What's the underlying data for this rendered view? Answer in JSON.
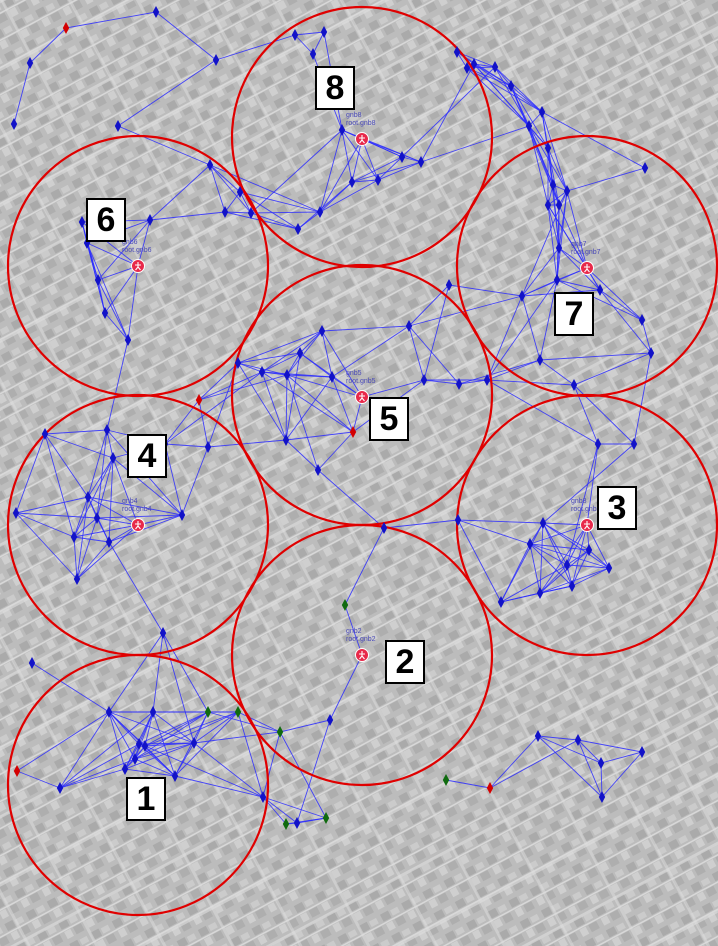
{
  "colors": {
    "background_photo": "#9a9a9a",
    "link": "#2c2cff",
    "node_regular": "#1212c8",
    "node_red": "#d40000",
    "node_green": "#0f6a0f",
    "coverage_circle": "#e00000",
    "base_station": "#e8294a"
  },
  "cells": [
    {
      "id": "1",
      "label": "1",
      "gnb": "",
      "gnb_sub": ""
    },
    {
      "id": "2",
      "label": "2",
      "gnb": "gnb2",
      "gnb_sub": "root.gnb2"
    },
    {
      "id": "3",
      "label": "3",
      "gnb": "gnb3",
      "gnb_sub": "root.gnb3"
    },
    {
      "id": "4",
      "label": "4",
      "gnb": "gnb4",
      "gnb_sub": "root.gnb4"
    },
    {
      "id": "5",
      "label": "5",
      "gnb": "gnb5",
      "gnb_sub": "root.gnb5"
    },
    {
      "id": "6",
      "label": "6",
      "gnb": "gnb6",
      "gnb_sub": "root.gnb6"
    },
    {
      "id": "7",
      "label": "7",
      "gnb": "gnb7",
      "gnb_sub": "root.gnb7"
    },
    {
      "id": "8",
      "label": "8",
      "gnb": "gnb8",
      "gnb_sub": "root.gnb8"
    }
  ],
  "icons": {
    "base_station": "person-star-icon",
    "node": "diamond-node-icon"
  }
}
